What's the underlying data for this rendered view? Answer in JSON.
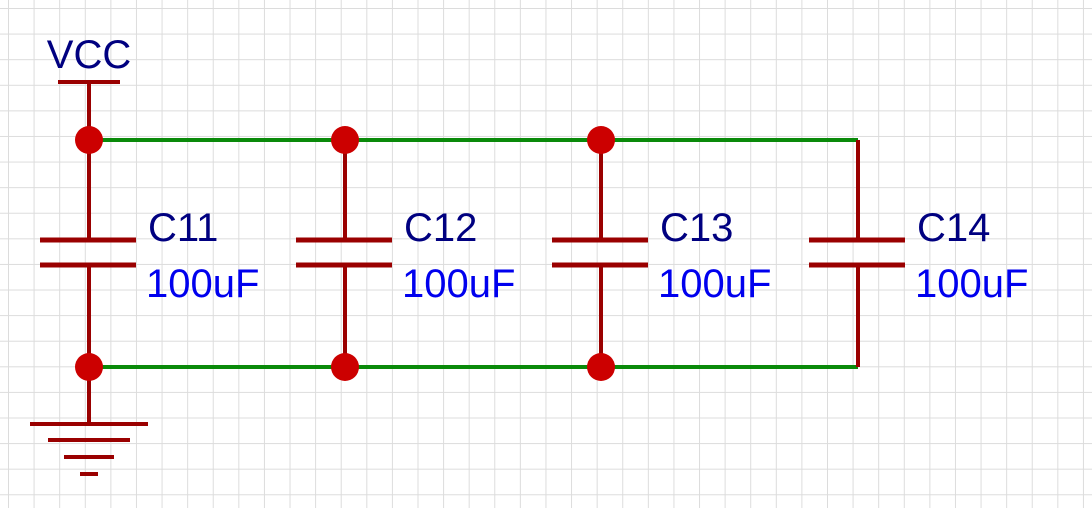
{
  "power": {
    "label": "VCC"
  },
  "ground": {
    "label": ""
  },
  "capacitors": [
    {
      "ref": "C11",
      "value": "100uF"
    },
    {
      "ref": "C12",
      "value": "100uF"
    },
    {
      "ref": "C13",
      "value": "100uF"
    },
    {
      "ref": "C14",
      "value": "100uF"
    }
  ],
  "colors": {
    "wire": "#0a8a0a",
    "component": "#9a0000",
    "junction": "#cc0000",
    "power_label": "#000080",
    "ref_label": "#000080",
    "value_label": "#0000ee",
    "grid": "#dcdcdc"
  }
}
